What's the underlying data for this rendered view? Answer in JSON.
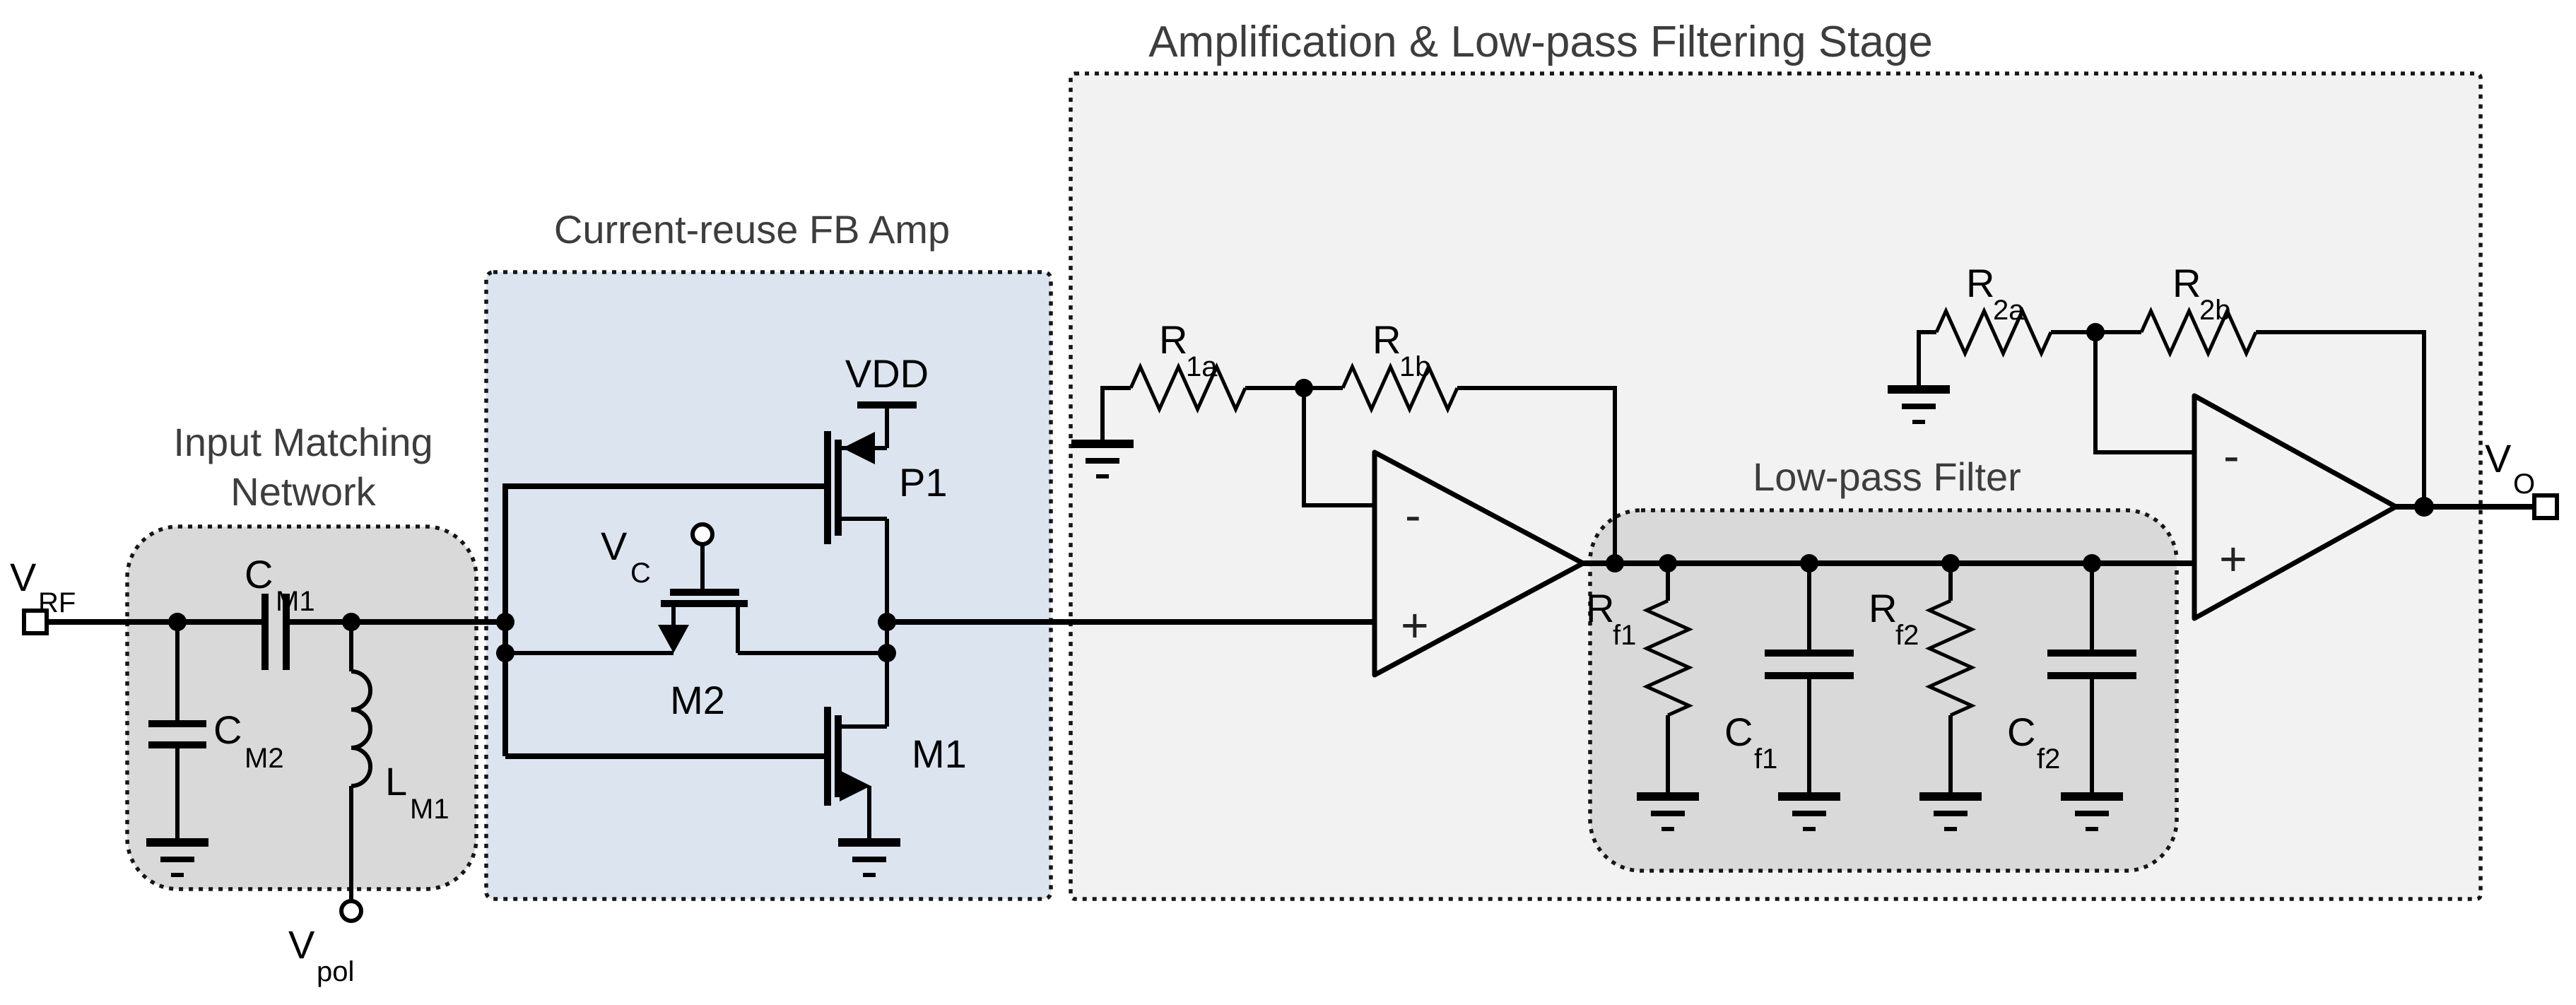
{
  "figure": {
    "kind": "circuit-schematic",
    "description_visible": false
  },
  "colors": {
    "background": "#ffffff",
    "input_box_fill": "#d9d9d9",
    "amp_box_fill": "#dce4f0",
    "stage_box_fill": "#f2f2f2",
    "lpf_box_fill": "#d9d9d9",
    "wire": "#000000",
    "section_title": "#3d3d3d"
  },
  "sections": {
    "input_matching": {
      "title_line1": "Input Matching",
      "title_line2": "Network"
    },
    "current_reuse_amp": {
      "title": "Current-reuse FB Amp"
    },
    "amplification_stage": {
      "title": "Amplification & Low-pass Filtering Stage"
    },
    "low_pass_filter": {
      "title": "Low-pass Filter"
    }
  },
  "ports": {
    "v_rf": {
      "base": "V",
      "sub": "RF"
    },
    "v_pol": {
      "base": "V",
      "sub": "pol"
    },
    "v_c": {
      "base": "V",
      "sub": "C"
    },
    "vdd": {
      "label": "VDD"
    },
    "v_o": {
      "base": "V",
      "sub": "O"
    }
  },
  "components": {
    "c_m1": {
      "base": "C",
      "sub": "M1"
    },
    "c_m2": {
      "base": "C",
      "sub": "M2"
    },
    "l_m1": {
      "base": "L",
      "sub": "M1"
    },
    "p1": {
      "label": "P1"
    },
    "m2": {
      "label": "M2"
    },
    "m1": {
      "label": "M1"
    },
    "r_1a": {
      "base": "R",
      "sub": "1a"
    },
    "r_1b": {
      "base": "R",
      "sub": "1b"
    },
    "r_2a": {
      "base": "R",
      "sub": "2a"
    },
    "r_2b": {
      "base": "R",
      "sub": "2b"
    },
    "r_f1": {
      "base": "R",
      "sub": "f1"
    },
    "r_f2": {
      "base": "R",
      "sub": "f2"
    },
    "c_f1": {
      "base": "C",
      "sub": "f1"
    },
    "c_f2": {
      "base": "C",
      "sub": "f2"
    }
  },
  "opamps": {
    "opamp1": {
      "inverting": "-",
      "noninverting": "+"
    },
    "opamp2": {
      "inverting": "-",
      "noninverting": "+"
    }
  }
}
